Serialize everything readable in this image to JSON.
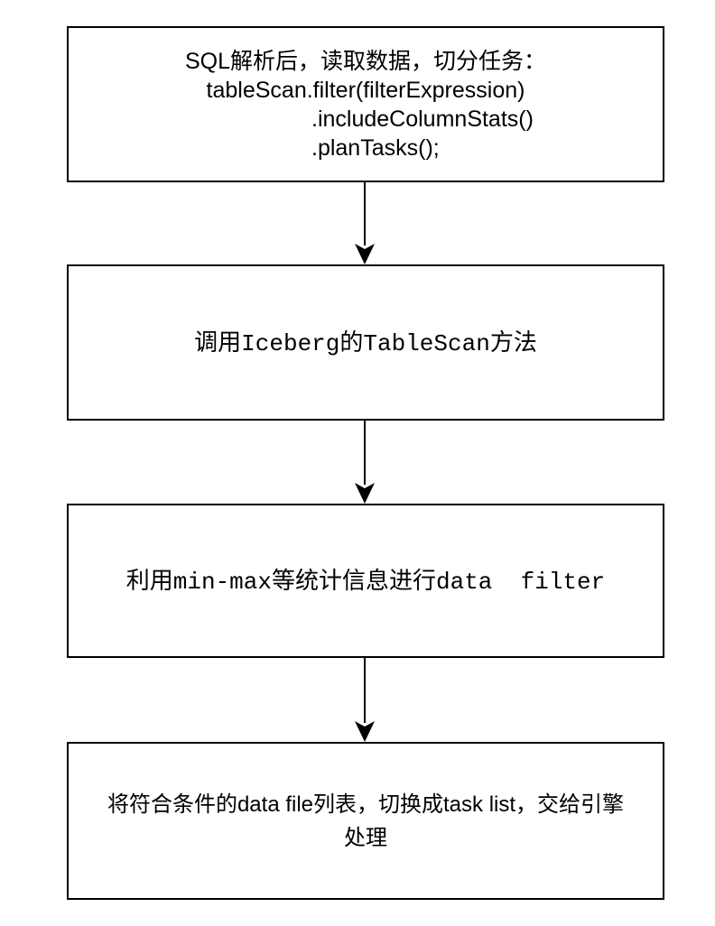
{
  "diagram": {
    "type": "flowchart",
    "background_color": "#ffffff",
    "line_color": "#000000",
    "text_color": "#000000",
    "boxes": [
      {
        "name": "sql-parse-plan-tasks",
        "lines": [
          "SQL解析后，读取数据，切分任务：",
          "tableScan.filter(filterExpression)",
          ".includeColumnStats()",
          ".planTasks();"
        ]
      },
      {
        "name": "call-iceberg-tablescan",
        "segments": [
          "调用",
          "Iceberg",
          "的",
          "TableScan",
          "方法"
        ]
      },
      {
        "name": "min-max-stats-data-filter",
        "segments": [
          "利用",
          "min-max",
          "等统计信息进行",
          "data  filter"
        ]
      },
      {
        "name": "datafile-to-tasklist",
        "lines": [
          "将符合条件的data file列表，切换成task list，交给引擎",
          "处理"
        ]
      }
    ],
    "connectors": [
      {
        "from": "step-1",
        "to": "step-2",
        "direction": "down"
      },
      {
        "from": "step-2",
        "to": "step-3",
        "direction": "down"
      },
      {
        "from": "step-3",
        "to": "step-4",
        "direction": "down"
      }
    ]
  }
}
